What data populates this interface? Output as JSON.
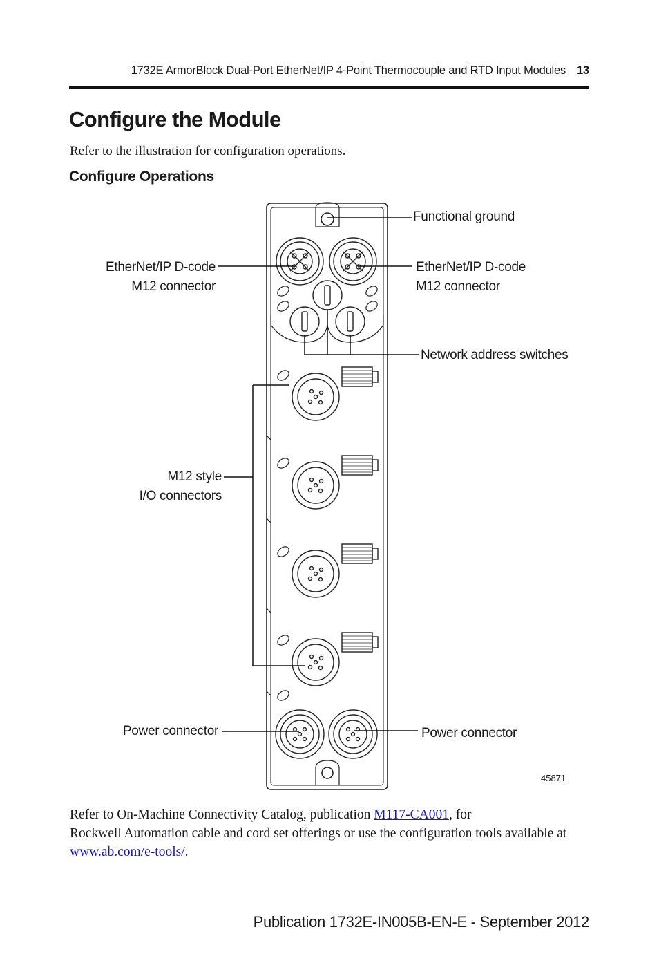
{
  "header": {
    "running_title": "1732E ArmorBlock Dual-Port EtherNet/IP 4-Point Thermocouple and RTD Input Modules",
    "page_number": "13"
  },
  "title": "Configure the Module",
  "intro": "Refer to the illustration for configuration operations.",
  "subtitle": "Configure Operations",
  "figure": {
    "labels": {
      "functional_ground": "Functional ground",
      "ethernet_left_1": "EtherNet/IP D-code",
      "ethernet_left_2": "M12 connector",
      "ethernet_right_1": "EtherNet/IP D-code",
      "ethernet_right_2": "M12 connector",
      "network_switches": "Network address switches",
      "io_connectors_1": "M12 style",
      "io_connectors_2": "I/O connectors",
      "power_left": "Power connector",
      "power_right": "Power connector"
    },
    "figure_number": "45871"
  },
  "footer_paragraph": {
    "text1": "Refer to On-Machine Connectivity Catalog, publication ",
    "link1": "M117-CA001",
    "text2": ", for",
    "text3": "Rockwell Automation cable and cord set offerings or use the configuration tools available at ",
    "link2": "www.ab.com/e-tools/",
    "text4": "."
  },
  "publication": "Publication 1732E-IN005B-EN-E - September 2012"
}
